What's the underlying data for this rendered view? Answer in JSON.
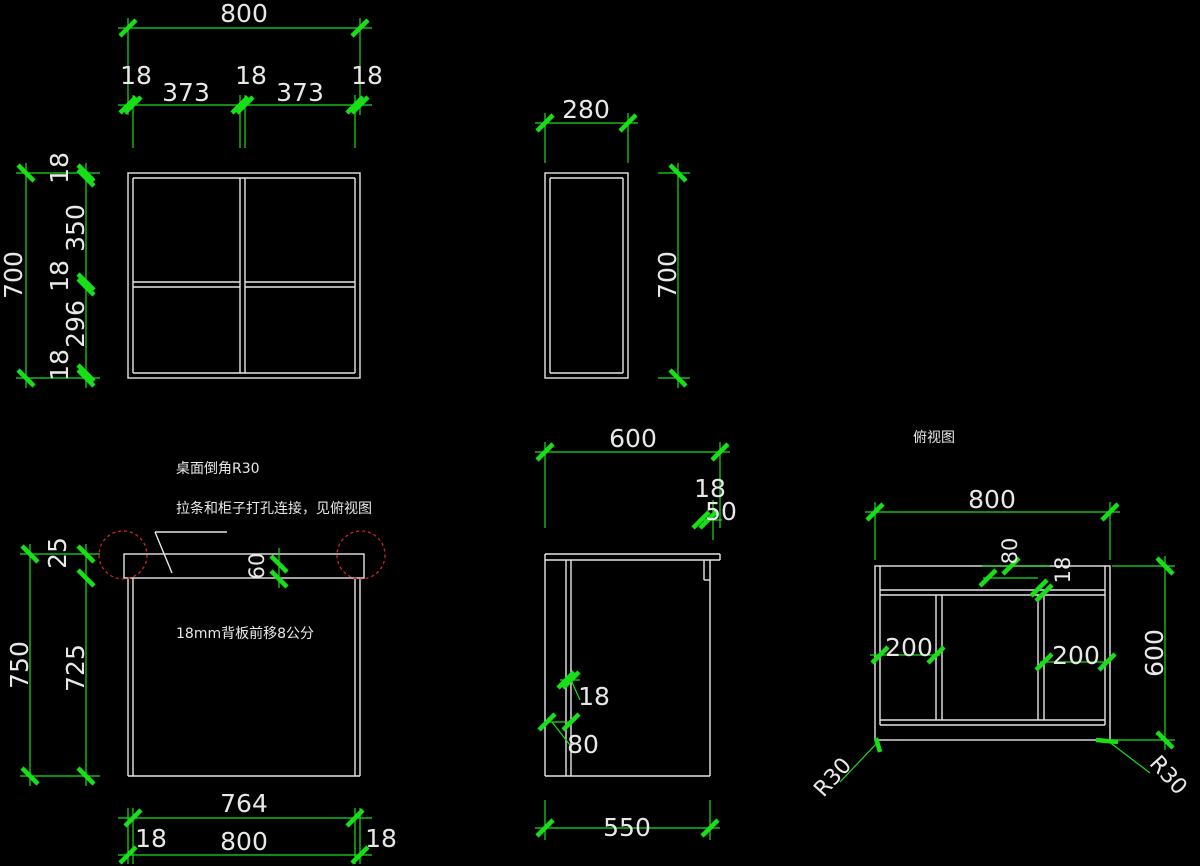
{
  "title": "",
  "views": {
    "front": {
      "width_total": "800",
      "widths": [
        "18",
        "373",
        "18",
        "373",
        "18"
      ],
      "height_total": "700",
      "heights": [
        "18",
        "350",
        "18",
        "296",
        "18"
      ]
    },
    "side": {
      "depth": "280",
      "height": "700"
    },
    "desk_front": {
      "note_chamfer": "桌面倒角R30",
      "note_rail": "拉条和柜子打孔连接，见俯视图",
      "note_back": "18mm背板前移8公分",
      "height_total": "750",
      "top_thickness": "25",
      "body_height": "725",
      "rail": "60",
      "inner_width": "764",
      "width_total": "800",
      "side_left": "18",
      "side_right": "18"
    },
    "desk_side": {
      "depth_top": "600",
      "edge_a": "18",
      "edge_b": "50",
      "panel": "18",
      "offset": "80",
      "depth_body": "550"
    },
    "desk_top": {
      "caption": "俯视图",
      "width": "800",
      "depth": "600",
      "rail": "80",
      "board": "18",
      "left_gap": "200",
      "right_gap": "200",
      "radius_left": "R30",
      "radius_right": "R30"
    }
  }
}
